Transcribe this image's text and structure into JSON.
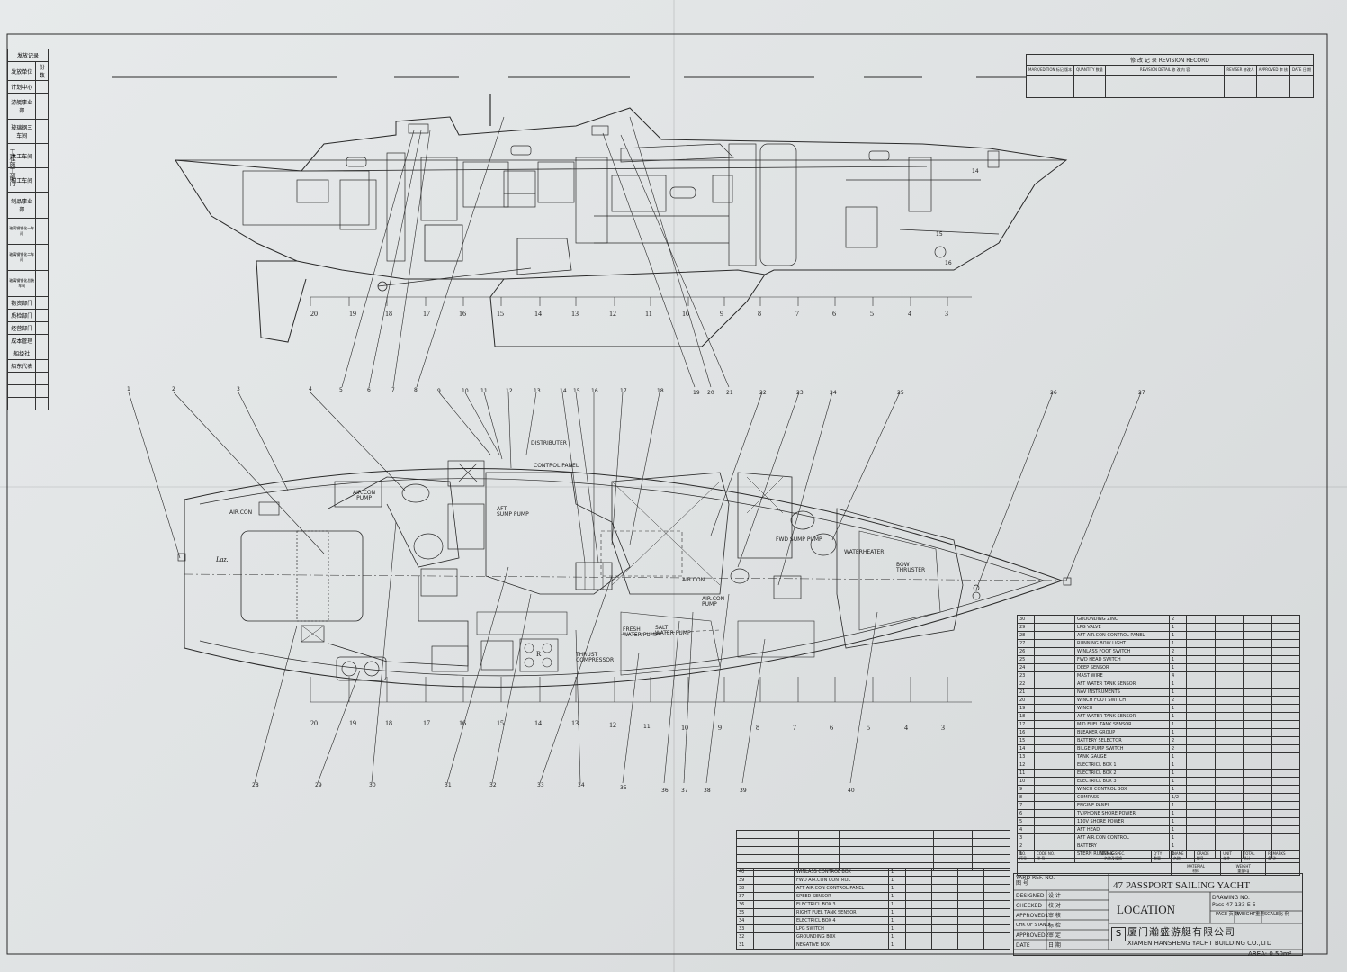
{
  "left_table": {
    "header": "发放记录",
    "subheaders": [
      "发放单位",
      "份数"
    ],
    "rows": [
      "计划中心",
      "游艇事业部",
      "玻璃钢三车间",
      "木工车间",
      "钳工车间",
      "制品事业部",
      "玻璃钢钢化一车间",
      "玻璃钢钢化二车间",
      "玻璃钢钢化总装车间",
      "物资部门",
      "质检部门",
      "经营部门",
      "成本管理",
      "船级社",
      "船东代表"
    ],
    "side_label": "工程施工部门"
  },
  "revision": {
    "title": "修 改 记 录  REVISION RECORD",
    "cols": [
      "MARK/EDITION\n标记/版本",
      "QUANTITY\n数量",
      "REVISION DETAIL\n修 改 内 容",
      "REVISER\n修改人",
      "APPROVED\n审 核",
      "DATE\n日 期"
    ]
  },
  "profile_stations": [
    "20",
    "19",
    "18",
    "17",
    "16",
    "15",
    "14",
    "13",
    "12",
    "11",
    "10",
    "9",
    "8",
    "7",
    "6",
    "5",
    "4",
    "3"
  ],
  "plan_stations": [
    "20",
    "19",
    "18",
    "17",
    "16",
    "15",
    "14",
    "13",
    "12",
    "11",
    "10",
    "9",
    "8",
    "7",
    "6",
    "5",
    "4",
    "3"
  ],
  "top_callouts": [
    "5",
    "6",
    "7",
    "8",
    "19",
    "20",
    "21"
  ],
  "plan_callouts_top": [
    "1",
    "2",
    "3",
    "4",
    "9",
    "10",
    "11",
    "12",
    "13",
    "14",
    "15",
    "16",
    "17",
    "18",
    "22",
    "23",
    "24",
    "25",
    "26",
    "27"
  ],
  "plan_callouts_bottom": [
    "28",
    "29",
    "30",
    "31",
    "32",
    "33",
    "34",
    "35",
    "36",
    "37",
    "38",
    "39",
    "40"
  ],
  "profile_labels": {
    "s14": "14",
    "s15": "15",
    "s16": "16"
  },
  "plan_labels": {
    "air_con": "AIR.CON",
    "laz": "Laz.",
    "air_con_pump": "AIR.CON\nPUMP",
    "aft_sump_pump": "AFT\nSUMP PUMP",
    "distributer": "DISTRIBUTER",
    "control_panel": "CONTROL PANEL",
    "air_con2": "AIR.CON",
    "air_con_pump2": "AIR.CON\nPUMP",
    "fresh_water_pump": "FRESH\nWATER PUMP",
    "salt_water_pump": "SALT\nWATER PUMP",
    "thrust_compressor": "THRUST\nCOMPRESSOR",
    "fwd_sump_pump": "FWD SUMP PUMP",
    "waterheater": "WATERHEATER",
    "bow_thruster": "BOW\nTHRUSTER",
    "r_mark": "R"
  },
  "parts_right": [
    [
      "30",
      "GROUNDING ZINC",
      "2"
    ],
    [
      "29",
      "LPG VALVE",
      "1"
    ],
    [
      "28",
      "AFT AIR.CON CONTROL PANEL",
      "1"
    ],
    [
      "27",
      "RUNNING BOW LIGHT",
      "1"
    ],
    [
      "26",
      "WINLASS FOOT SWITCH",
      "2"
    ],
    [
      "25",
      "FWD HEAD SWITCH",
      "1"
    ],
    [
      "24",
      "DEEP SENSOR",
      "1"
    ],
    [
      "23",
      "MAST WIRE",
      "4"
    ],
    [
      "22",
      "AFT WATER TANK SENSOR",
      "1"
    ],
    [
      "21",
      "NAV INSTRUMENTS",
      "1"
    ],
    [
      "20",
      "WINCH FOOT SWITCH",
      "2"
    ],
    [
      "19",
      "WINCH",
      "1"
    ],
    [
      "18",
      "AFT WATER TANK SENSOR",
      "1"
    ],
    [
      "17",
      "MID FUEL TANK SENSOR",
      "1"
    ],
    [
      "16",
      "BLEAKER GROUP",
      "1"
    ],
    [
      "15",
      "BATTERY SELECTOR",
      "2"
    ],
    [
      "14",
      "BILGE PUMP SWITCH",
      "2"
    ],
    [
      "13",
      "TANK GAUGE",
      "1"
    ],
    [
      "12",
      "ELECTRICL BOX 1",
      "1"
    ],
    [
      "11",
      "ELECTRICL BOX 2",
      "1"
    ],
    [
      "10",
      "ELECTRICL BOX 3",
      "1"
    ],
    [
      "9",
      "WINCH CONTROL BOX",
      "1"
    ],
    [
      "8",
      "COMPASS",
      "1/2"
    ],
    [
      "7",
      "ENGINE PANEL",
      "1"
    ],
    [
      "6",
      "TV/PHONE SHORE POWER",
      "1"
    ],
    [
      "5",
      "110V SHORE POWER",
      "1"
    ],
    [
      "4",
      "AFT HEAD",
      "1"
    ],
    [
      "3",
      "AFT AIR.CON CONTROL",
      "1"
    ],
    [
      "2",
      "BATTERY",
      "1"
    ],
    [
      "1",
      "STERN RUNNING",
      "1"
    ]
  ],
  "parts_left": [
    [
      "40",
      "WINLASS CONTROL BOX",
      "1"
    ],
    [
      "39",
      "FWD AIR.CON CONTROL",
      "1"
    ],
    [
      "38",
      "AFT AIR.CON CONTROL PANEL",
      "1"
    ],
    [
      "37",
      "SPEED SENSOR",
      "1"
    ],
    [
      "36",
      "ELECTRICL BOX 3",
      "1"
    ],
    [
      "35",
      "RIGHT  FUEL TANK SENSOR",
      "1"
    ],
    [
      "34",
      "ELECTRICL BOX 4",
      "1"
    ],
    [
      "33",
      "LPG SWITCH",
      "1"
    ],
    [
      "32",
      "GROUNDING BOX",
      "1"
    ],
    [
      "31",
      "NEGATIVE BOX",
      "1"
    ]
  ],
  "parts_header": {
    "no": "NO.\n序号",
    "code": "CODE NO.\n代 号",
    "item": "ITEM & SPEC.\n名称及规格",
    "qty": "Q'TY\n数量",
    "name": "NAME\n名称",
    "grade": "GRADE\n牌号",
    "material": "MATERIAL\n材料",
    "unit": "UNIT\n单件",
    "total": "TOTAL\n总计",
    "weight": "WEIGHT\n重量kg",
    "remarks": "REMARKS\n备 注"
  },
  "title_block": {
    "yard_ref": "YARD REF. NO.\n图 号",
    "project": "47 PASSPORT SAILING YACHT",
    "drawing_name": "LOCATION",
    "drawing_no_label": "DRAWING NO.",
    "drawing_no": "Pass-47-133-E-5",
    "page_label": "PAGE 页 数",
    "weight_label": "WEIGHT重量",
    "scale_label": "SCALE比 例",
    "rows": [
      [
        "DESIGNED",
        "设 计"
      ],
      [
        "CHECKED",
        "校 对"
      ],
      [
        "APPROVED1",
        "审 核"
      ],
      [
        "CHK OF STAND.",
        "标 检"
      ],
      [
        "APPROVED2",
        "审 定"
      ],
      [
        "DATE",
        "日 期"
      ]
    ],
    "company_cn": "厦门瀚盛游艇有限公司",
    "company_en": "XIAMEN HANSHENG YACHT BUILDING CO.,LTD",
    "area": "AREA:    0.50m²"
  }
}
